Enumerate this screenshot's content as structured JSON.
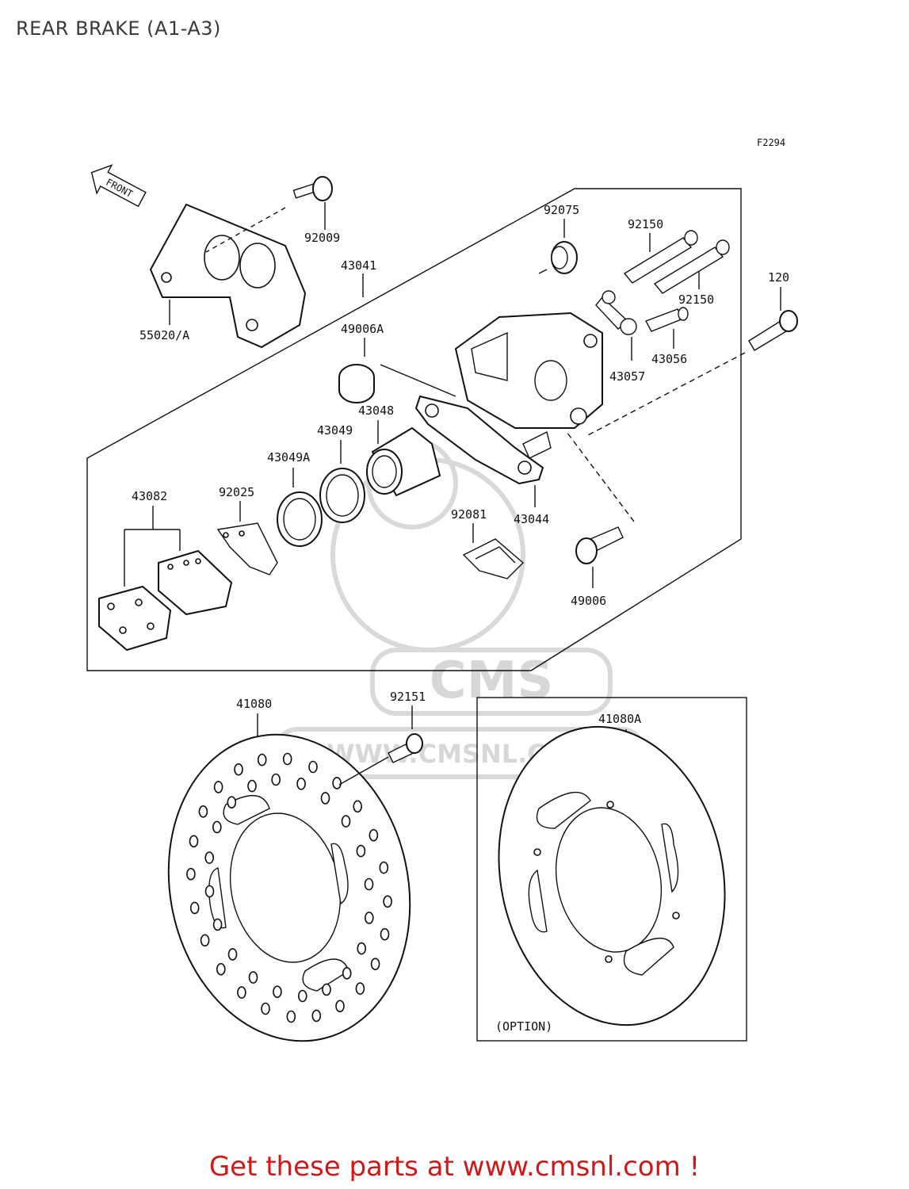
{
  "title": "REAR BRAKE (A1-A3)",
  "figure_code": "F2294",
  "front_badge": "FRONT",
  "option_label": "(OPTION)",
  "watermark": {
    "logo": "CMS",
    "url": "WWW.CMSNL.COM"
  },
  "part_labels": {
    "p92009": "92009",
    "p55020": "55020/A",
    "p43041": "43041",
    "p92075": "92075",
    "p92150a": "92150",
    "p92150b": "92150",
    "p120": "120",
    "p49006a": "49006A",
    "p43057": "43057",
    "p43056": "43056",
    "p43048": "43048",
    "p43049": "43049",
    "p43049a": "43049A",
    "p43082": "43082",
    "p92025": "92025",
    "p92081": "92081",
    "p43044": "43044",
    "p49006": "49006",
    "p41080": "41080",
    "p92151": "92151",
    "p41080a": "41080A"
  },
  "footer_cta": "Get these parts at www.cmsnl.com !",
  "colors": {
    "cta": "#d01818",
    "line": "#111111",
    "watermark": "#d9d9d9"
  }
}
